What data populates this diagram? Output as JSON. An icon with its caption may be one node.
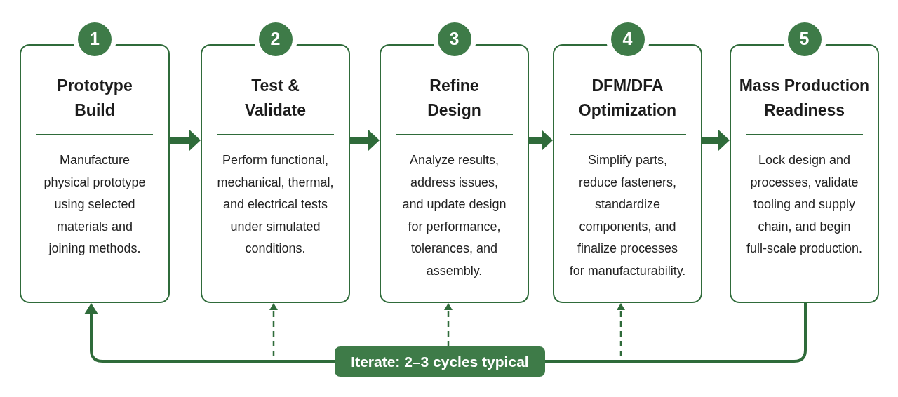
{
  "diagram": {
    "nodes": [
      {
        "text": [
          "1",
          "Prototype Build",
          "Manufacture physical prototype using selected materials and joining methods."
        ]
      },
      {
        "text": [
          "2",
          "Test & Validate",
          "Perform functional, mechanical, thermal, and electrical tests under simulated conditions."
        ]
      },
      {
        "text": [
          "3",
          "Refine Design",
          "Analyze results, address issues, and update design for performance, tolerances, and assembly."
        ]
      },
      {
        "text": [
          "4",
          "DFM/DFA Optimization",
          "Simplify parts, reduce fasteners, standardize components, and finalize processes for manufacturability."
        ]
      },
      {
        "text": [
          "5",
          "Mass Production Readiness",
          "Lock design and processes, validate tooling and supply chain, and begin full-scale production."
        ]
      },
      {
        "text": [
          "Iterate: 2–3 cycles typical"
        ]
      }
    ],
    "edges": [
      {
        "from": 0,
        "to": 1,
        "arrow": "to",
        "style": "thick"
      },
      {
        "from": 1,
        "to": 2,
        "arrow": "to",
        "style": "thick"
      },
      {
        "from": 2,
        "to": 3,
        "arrow": "to",
        "style": "thick"
      },
      {
        "from": 3,
        "to": 4,
        "arrow": "to",
        "style": "thick"
      },
      {
        "from": 4,
        "to": 5,
        "arrow": "none"
      },
      {
        "from": 5,
        "to": 0,
        "arrow": "to"
      },
      {
        "from": null,
        "to": 1,
        "arrow": "to",
        "style": "dashed"
      },
      {
        "from": 5,
        "to": 2,
        "arrow": "to",
        "style": "dashed"
      },
      {
        "from": null,
        "to": 3,
        "arrow": "to",
        "style": "dashed"
      }
    ]
  }
}
